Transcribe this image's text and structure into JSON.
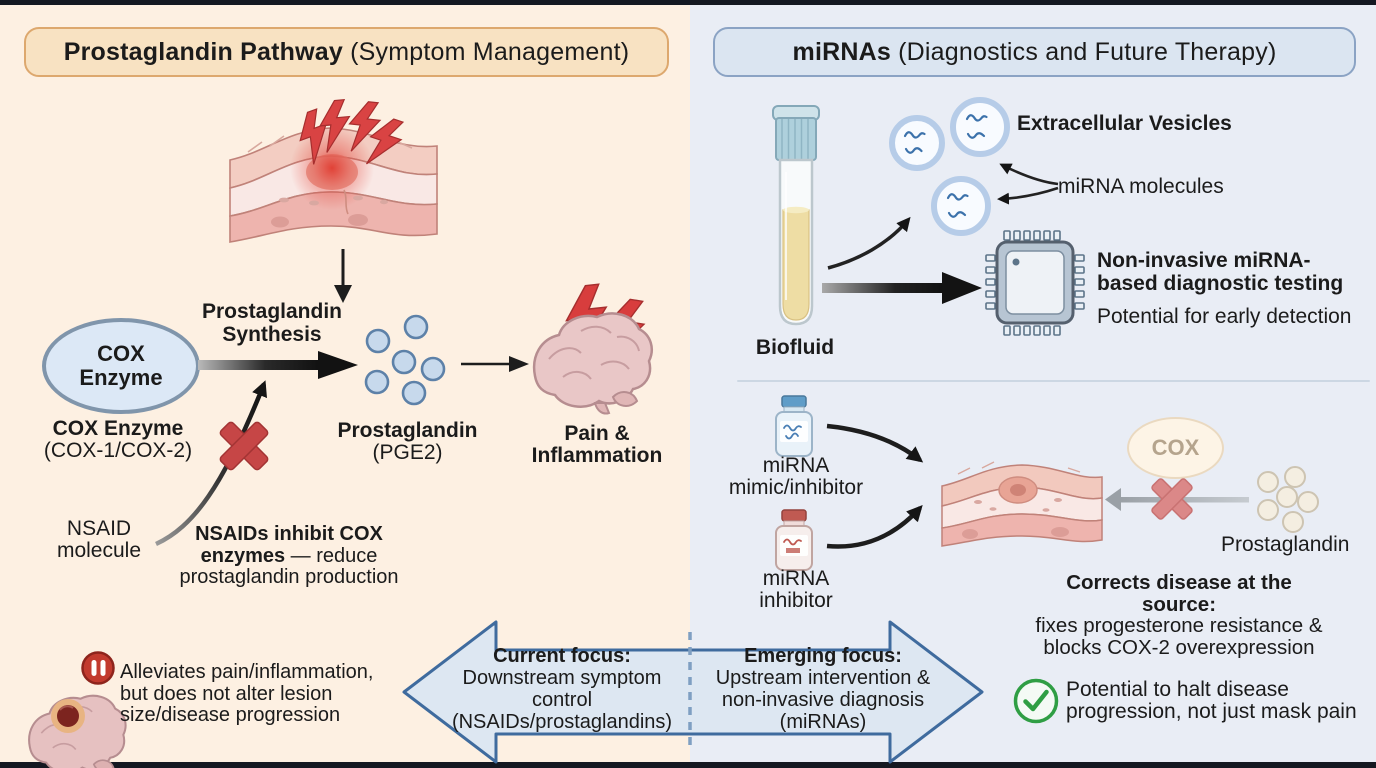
{
  "colors": {
    "left_background": "#fdf0e2",
    "right_background": "#e9edf5",
    "frame_bar": "#141821",
    "left_title_fill": "#f8e2c2",
    "left_title_border": "#dda86e",
    "right_title_fill": "#dbe5f1",
    "right_title_border": "#8ba3c4",
    "cox_ellipse_fill": "#dce8f6",
    "cox_ellipse_border": "#8095ab",
    "arrow_black": "#1d1d1d",
    "lightning_red": "#d94343",
    "inhibition_x_red": "#c64646",
    "focus_arrow_fill": "#dde7f2",
    "focus_arrow_border": "#3f6b9e",
    "check_green": "#2f9e44",
    "pause_badge_red": "#c23a2e",
    "faded_cox_text": "#b5a48d",
    "blocked_arrow_gray": "#a8aeb4",
    "blocked_x_pink": "#db8888"
  },
  "left_panel": {
    "title_bold": "Prostaglandin Pathway",
    "title_normal": " (Symptom Management)",
    "synthesis_lines": [
      "Prostaglandin",
      "Synthesis"
    ],
    "cox_ellipse_lines": [
      "COX",
      "Enzyme"
    ],
    "cox_caption_bold": "COX Enzyme",
    "cox_caption_normal": "(COX-1/COX-2)",
    "pge_caption_bold": "Prostaglandin",
    "pge_caption_normal": "(PGE2)",
    "pain_lines": [
      "Pain &",
      "Inflammation"
    ],
    "nsaid_lines": [
      "NSAID",
      "molecule"
    ],
    "nsaid_note_bold": "NSAIDs inhibit COX enzymes",
    "nsaid_note_normal": " — reduce prostaglandin production",
    "outcome_text": "Alleviates pain/inflammation, but does not alter lesion size/disease progression"
  },
  "focus_arrow": {
    "current_bold": "Current focus:",
    "current_normal": "Downstream symptom control (NSAIDs/prostaglandins)",
    "emerging_bold": "Emerging focus:",
    "emerging_normal": "Upstream intervention & non-invasive diagnosis (miRNAs)"
  },
  "right_panel": {
    "title_bold": "miRNAs",
    "title_normal": " (Diagnostics and Future Therapy)",
    "biofluid_label": "Biofluid",
    "vesicles_label": "Extracellular Vesicles",
    "mirna_molecules_label": "miRNA molecules",
    "diagnostic_bold": "Non-invasive miRNA-based diagnostic testing",
    "diagnostic_sub": "Potential for early detection",
    "vial_mimic_lines": [
      "miRNA",
      "mimic/inhibitor"
    ],
    "vial_inhibitor_lines": [
      "miRNA",
      "inhibitor"
    ],
    "cox_faded_label": "COX",
    "prostaglandin_faded_label": "Prostaglandin",
    "corrects_bold": "Corrects disease at the source:",
    "corrects_normal": "fixes progesterone resistance & blocks COX-2 overexpression",
    "outcome_text": "Potential to halt disease progression, not just mask pain"
  }
}
